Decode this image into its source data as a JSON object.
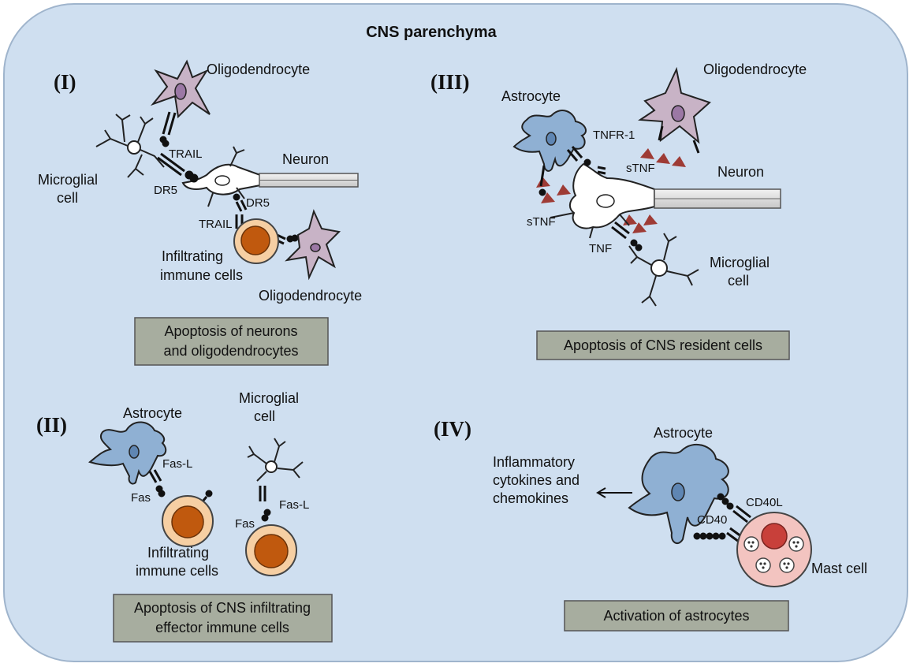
{
  "title": "CNS parenchyma",
  "panels": {
    "I": {
      "numeral": "(I)",
      "oligodendrocyte_top": "Oligodendrocyte",
      "microglial_line1": "Microglial",
      "microglial_line2": "cell",
      "trail_top": "TRAIL",
      "dr5_left": "DR5",
      "neuron": "Neuron",
      "dr5_right": "DR5",
      "trail_bottom": "TRAIL",
      "infiltrating_line1": "Infiltrating",
      "infiltrating_line2": "immune cells",
      "oligodendrocyte_bottom": "Oligodendrocyte",
      "box_line1": "Apoptosis of neurons",
      "box_line2": "and oligodendrocytes"
    },
    "II": {
      "numeral": "(II)",
      "astrocyte": "Astrocyte",
      "microglial_line1": "Microglial",
      "microglial_line2": "cell",
      "fasl_left": "Fas-L",
      "fas_left": "Fas",
      "fasl_right": "Fas-L",
      "fas_right": "Fas",
      "infiltrating_line1": "Infiltrating",
      "infiltrating_line2": "immune cells",
      "box_line1": "Apoptosis of CNS infiltrating",
      "box_line2": "effector immune cells"
    },
    "III": {
      "numeral": "(III)",
      "astrocyte": "Astrocyte",
      "oligodendrocyte": "Oligodendrocyte",
      "tnfr1": "TNFR-1",
      "stnf_top": "sTNF",
      "neuron": "Neuron",
      "stnf_left": "sTNF",
      "tnf": "TNF",
      "microglial_line1": "Microglial",
      "microglial_line2": "cell",
      "box": "Apoptosis of CNS resident cells"
    },
    "IV": {
      "numeral": "(IV)",
      "astrocyte": "Astrocyte",
      "inflammatory_line1": "Inflammatory",
      "inflammatory_line2": "cytokines and",
      "inflammatory_line3": "chemokines",
      "cd40l": "CD40L",
      "cd40": "CD40",
      "mast_cell": "Mast cell",
      "box": "Activation of astrocytes"
    }
  },
  "colors": {
    "background": "#cfdff0",
    "border": "#9fb4cc",
    "box_fill": "#a7ad9f",
    "astrocyte": "#8fb0d3",
    "oligodendrocyte": "#c8b3c6",
    "oligodendrocyte_nucleus": "#9b78a5",
    "immune_outer": "#f6cfa3",
    "immune_nucleus": "#c0590e",
    "mast_cell": "#f3c4c0",
    "mast_nucleus": "#c8403a",
    "stnf_triangle": "#9e3b35"
  }
}
